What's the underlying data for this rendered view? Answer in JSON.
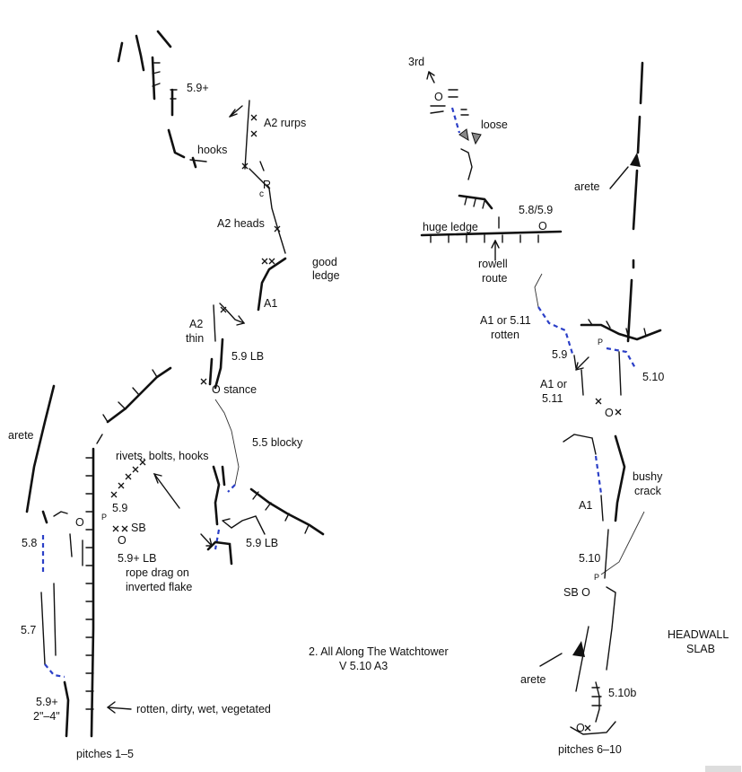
{
  "labels": {
    "p1_59plus": "5.9+",
    "a2_rurps": "A2 rurps",
    "hooks": "hooks",
    "r": "R",
    "c": "c",
    "a2_heads": "A2 heads",
    "good": "good",
    "ledge": "ledge",
    "a1_left": "A1",
    "a2": "A2",
    "thin": "thin",
    "lb_59": "5.9 LB",
    "stance": "O stance",
    "blocky": "5.5 blocky",
    "arete_left": "arete",
    "rivets": "rivets, bolts, hooks",
    "p_left": "P",
    "five9": "5.9",
    "sb_left": "SB",
    "o_belay": "O",
    "five8": "5.8",
    "lb_59b": "5.9 LB",
    "lb_59plus": "5.9+ LB",
    "rope_drag_1": "rope drag on",
    "rope_drag_2": "inverted flake",
    "five7": "5.7",
    "five9plus_b": "5.9+",
    "size": "2\"–4\"",
    "rotten": "rotten, dirty, wet, vegetated",
    "pitches_left": "pitches 1–5",
    "third": "3rd",
    "loose": "loose",
    "ledge_58": "5.8/5.9",
    "huge_ledge": "huge ledge",
    "o_huge": "O",
    "rowell": "rowell",
    "route": "route",
    "arete_right_top": "arete",
    "a1_511_1": "A1 or 5.11",
    "a1_511_2": "rotten",
    "p_right": "P",
    "five9_r": "5.9",
    "a1_or": "A1 or",
    "five11": "5.11",
    "five10_a": "5.10",
    "bushy": "bushy",
    "crack": "crack",
    "a1_right": "A1",
    "five10_b": "5.10",
    "p_right2": "P",
    "sb_right": "SB O",
    "headwall": "HEADWALL",
    "slab": "SLAB",
    "arete_right_bottom": "arete",
    "five10b": "5.10b",
    "pitches_right": "pitches 6–10",
    "title": "2. All Along The Watchtower",
    "grade": "V 5.10 A3"
  },
  "colors": {
    "ink": "#111111",
    "rope": "#2b3fc7",
    "ground": "#ffffff"
  }
}
